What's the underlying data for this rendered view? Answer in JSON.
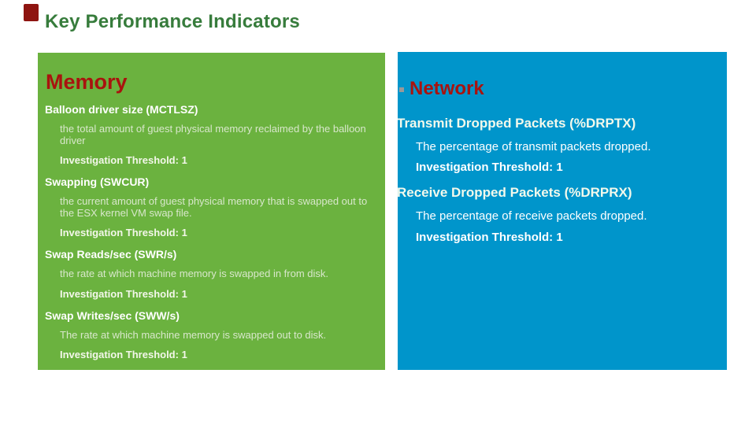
{
  "title": "Key Performance Indicators",
  "colors": {
    "title_green": "#377c3c",
    "memory_panel_bg": "#6bb23f",
    "network_panel_bg": "#0095cb",
    "heading_red": "#a9130e",
    "accent_square": "#8e1410",
    "bullet_gray": "#999999"
  },
  "memory_panel": {
    "heading": "Memory",
    "sections": [
      {
        "title": "Balloon driver size (MCTLSZ)",
        "desc": "the total amount of guest physical memory reclaimed by the balloon driver",
        "threshold": "Investigation Threshold: 1"
      },
      {
        "title": "Swapping (SWCUR)",
        "desc": "the current amount of guest physical memory that is swapped out to the ESX kernel VM swap file.",
        "threshold": "Investigation Threshold: 1"
      },
      {
        "title": "Swap Reads/sec (SWR/s)",
        "desc": "the rate at which machine memory is swapped in from disk.",
        "threshold": "Investigation Threshold: 1"
      },
      {
        "title": "Swap Writes/sec (SWW/s)",
        "desc": "The rate at which machine memory is swapped out to disk.",
        "threshold": "Investigation Threshold: 1"
      }
    ]
  },
  "network_panel": {
    "heading": "Network",
    "sections": [
      {
        "title": "Transmit Dropped Packets (%DRPTX)",
        "desc": "The percentage of transmit packets dropped.",
        "threshold": "Investigation Threshold: 1"
      },
      {
        "title": "Receive Dropped Packets (%DRPRX)",
        "desc": "The percentage of receive packets dropped.",
        "threshold": "Investigation Threshold: 1"
      }
    ]
  }
}
